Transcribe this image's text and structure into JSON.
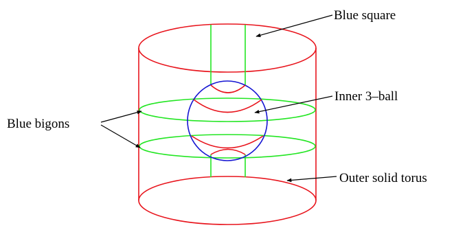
{
  "diagram": {
    "labels": {
      "blue_square": "Blue square",
      "inner_ball": "Inner 3–ball",
      "blue_bigons": "Blue bigons",
      "outer_torus": "Outer solid torus"
    },
    "colors": {
      "cylinder": "#e8141c",
      "green_curves": "#22e622",
      "ball": "#1414d2",
      "inner_arcs": "#e8141c",
      "arrows": "#000000",
      "background": "#ffffff"
    }
  }
}
